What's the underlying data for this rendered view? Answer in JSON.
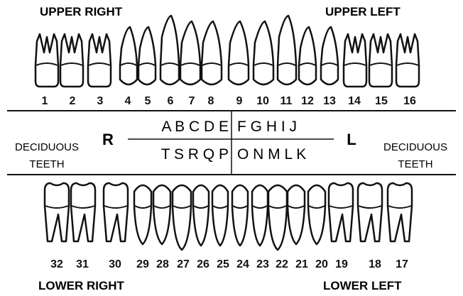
{
  "labels": {
    "upper_right": "UPPER RIGHT",
    "upper_left": "UPPER LEFT",
    "lower_right": "LOWER RIGHT",
    "lower_left": "LOWER LEFT",
    "right": "R",
    "left": "L",
    "deciduous_left_line1": "DECIDUOUS",
    "deciduous_left_line2": "TEETH",
    "deciduous_right_line1": "DECIDUOUS",
    "deciduous_right_line2": "TEETH"
  },
  "upper_teeth": [
    "1",
    "2",
    "3",
    "4",
    "5",
    "6",
    "7",
    "8",
    "9",
    "10",
    "11",
    "12",
    "13",
    "14",
    "15",
    "16"
  ],
  "lower_teeth": [
    "32",
    "31",
    "30",
    "29",
    "28",
    "27",
    "26",
    "25",
    "24",
    "23",
    "22",
    "21",
    "20",
    "19",
    "18",
    "17"
  ],
  "deciduous": {
    "upper_right": "A B C D E",
    "upper_left": "F G H I J",
    "lower_right": "T S R Q P",
    "lower_left": "O N M L K"
  },
  "colors": {
    "ink": "#111111",
    "paper": "#ffffff"
  }
}
